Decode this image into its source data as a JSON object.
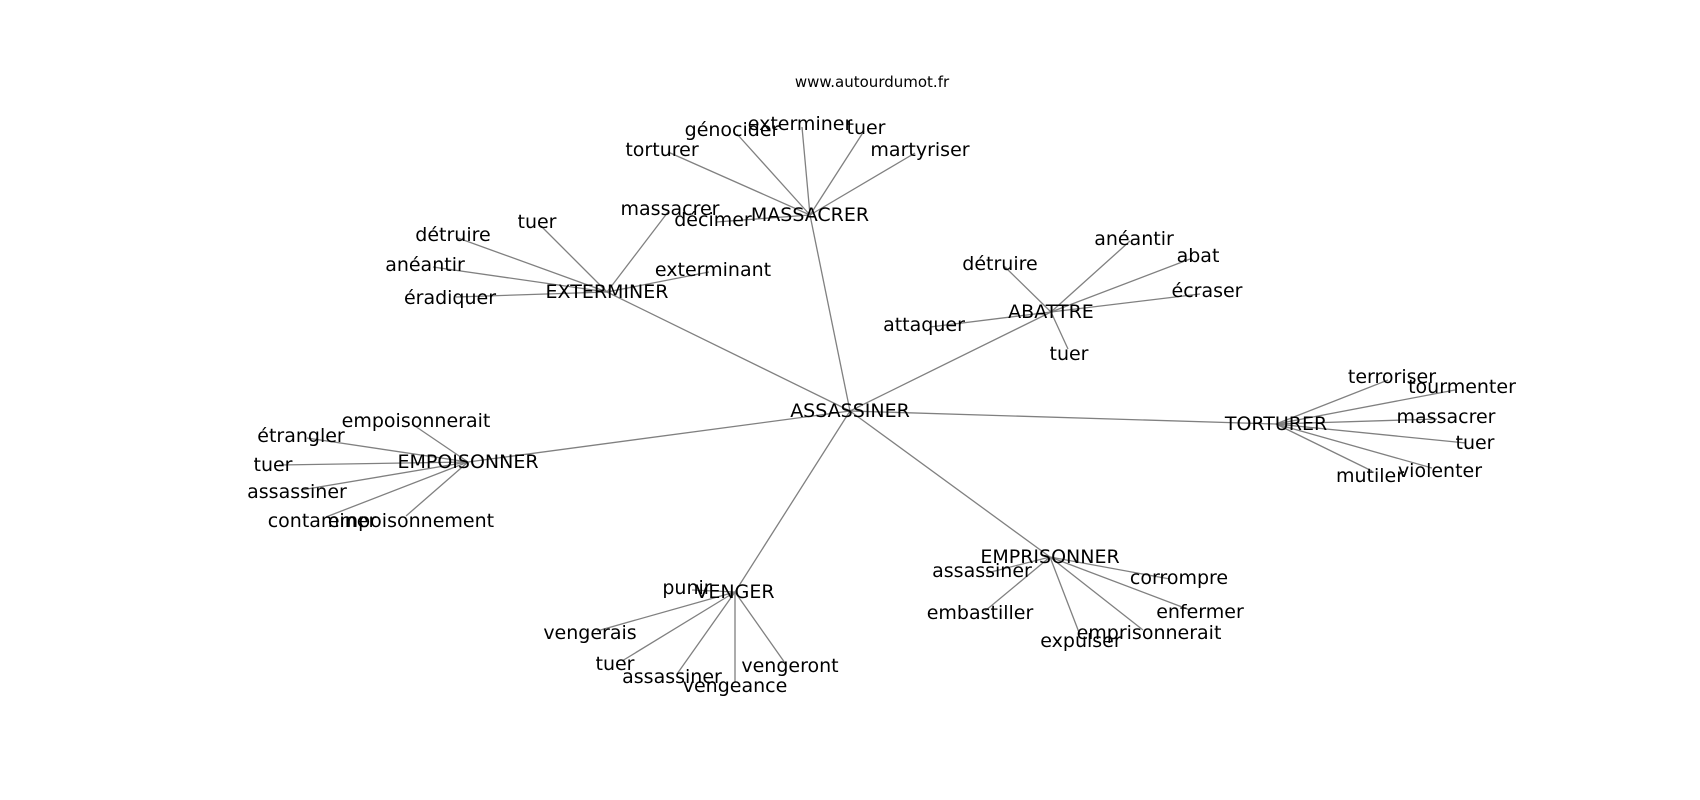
{
  "watermark": "www.autourdumot.fr",
  "center": "ASSASSINER",
  "clusters": [
    {
      "hub": "MASSACRER",
      "words": [
        "torturer",
        "génocider",
        "exterminer",
        "tuer",
        "martyriser",
        "décimer"
      ]
    },
    {
      "hub": "EXTERMINER",
      "words": [
        "détruire",
        "tuer",
        "massacrer",
        "anéantir",
        "éradiquer",
        "exterminant"
      ]
    },
    {
      "hub": "ABATTRE",
      "words": [
        "détruire",
        "anéantir",
        "abat",
        "écraser",
        "attaquer",
        "tuer"
      ]
    },
    {
      "hub": "EMPOISONNER",
      "words": [
        "empoisonnerait",
        "étrangler",
        "tuer",
        "assassiner",
        "contaminer",
        "empoisonnement"
      ]
    },
    {
      "hub": "TORTURER",
      "words": [
        "terroriser",
        "tourmenter",
        "massacrer",
        "tuer",
        "violenter",
        "mutiler"
      ]
    },
    {
      "hub": "EMPRISONNER",
      "words": [
        "assassiner",
        "corrompre",
        "embastiller",
        "enfermer",
        "emprisonnerait",
        "expulser"
      ]
    },
    {
      "hub": "VENGER",
      "words": [
        "punir",
        "vengerais",
        "tuer",
        "assassiner",
        "vengeance",
        "vengeront"
      ]
    }
  ]
}
